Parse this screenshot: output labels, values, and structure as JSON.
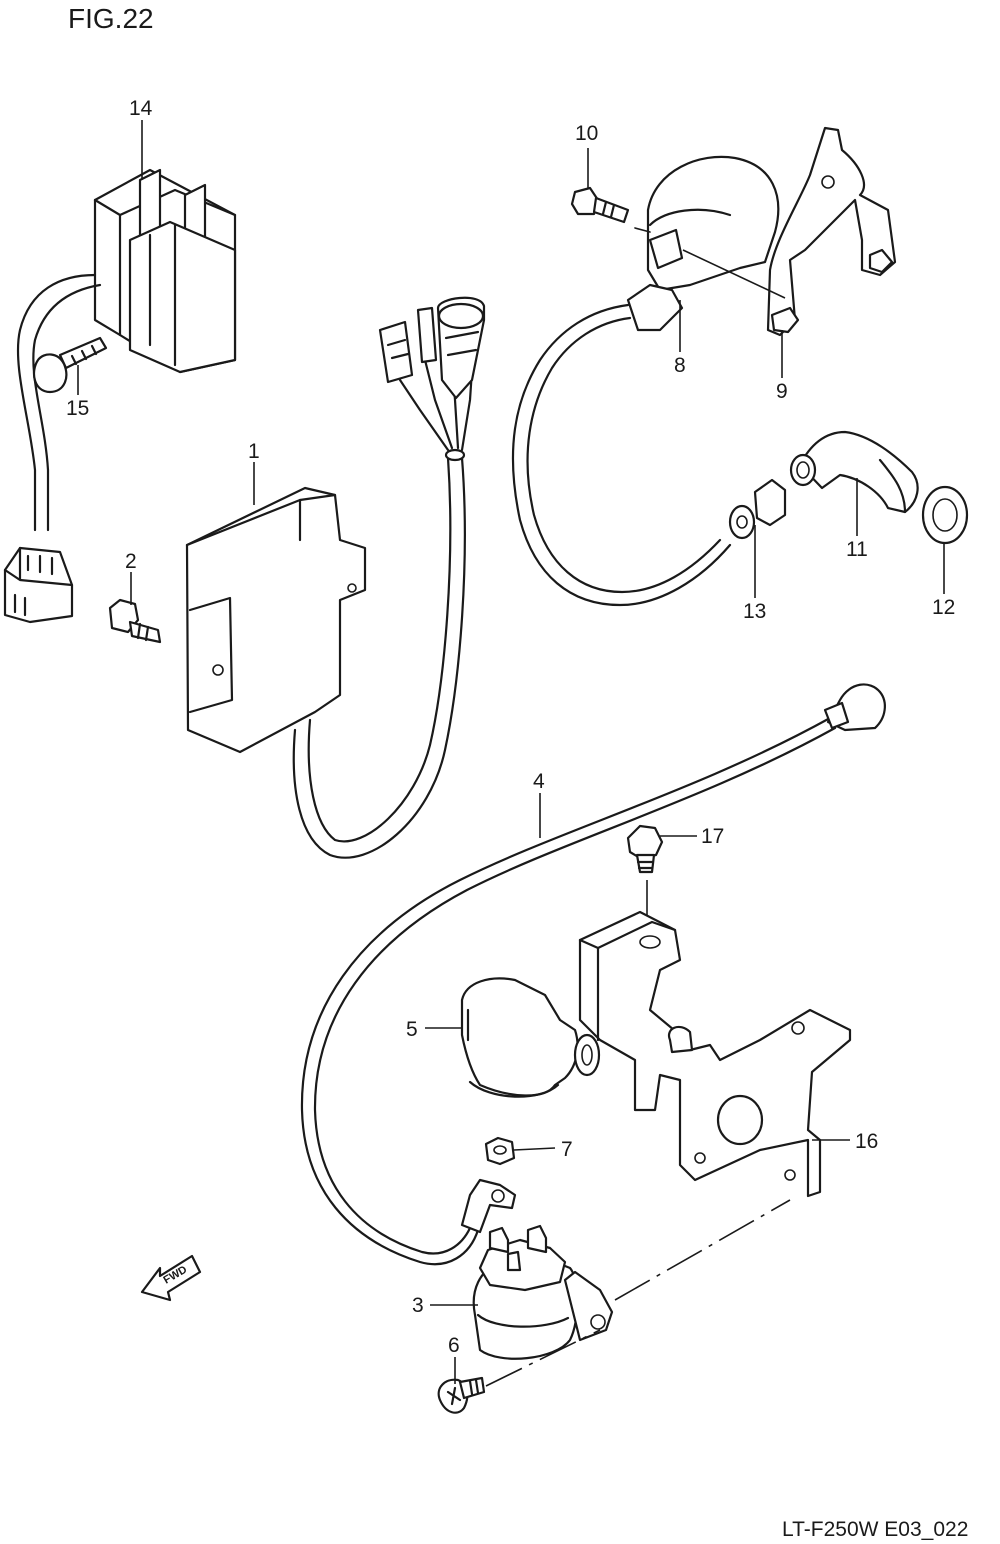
{
  "figure_title": "FIG.22",
  "footer_code": "LT-F250W E03_022",
  "fwd_arrow_text": "FWD",
  "callouts": {
    "c1": "1",
    "c2": "2",
    "c3": "3",
    "c4": "4",
    "c5": "5",
    "c6": "6",
    "c7": "7",
    "c8": "8",
    "c9": "9",
    "c10": "10",
    "c11": "11",
    "c12": "12",
    "c13": "13",
    "c14": "14",
    "c15": "15",
    "c16": "16",
    "c17": "17"
  }
}
